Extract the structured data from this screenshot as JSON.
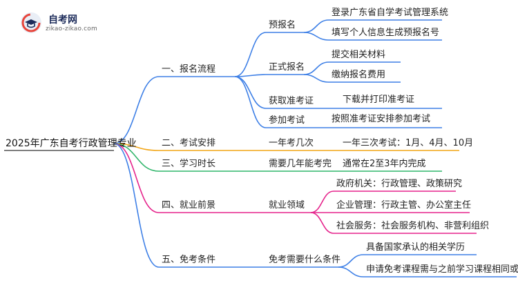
{
  "brand": {
    "name": "自考网",
    "url": "zikao-zikao.com",
    "icon": "graduation-cap-logo",
    "colors": {
      "red": "#e8443a",
      "navy": "#1c2b5a"
    }
  },
  "root": "2025年广东自考行政管理专业",
  "colors": {
    "process": "#3d7fe6",
    "schedule": "#f2a516",
    "duration": "#2fb56a",
    "career": "#e5228b",
    "exemption": "#3d7fe6"
  },
  "branches": {
    "process": {
      "label": "一、报名流程",
      "children": [
        {
          "label": "预报名",
          "leaves": [
            "登录广东省自学考试管理系统",
            "填写个人信息生成预报名号"
          ]
        },
        {
          "label": "正式报名",
          "leaves": [
            "提交相关材料",
            "缴纳报名费用"
          ]
        },
        {
          "label": "获取准考证",
          "leaves": [
            "下载并打印准考证"
          ]
        },
        {
          "label": "参加考试",
          "leaves": [
            "按照准考证安排参加考试"
          ]
        }
      ]
    },
    "schedule": {
      "label": "二、考试安排",
      "child": "一年考几次",
      "leaf": "一年三次考试：1月、4月、10月"
    },
    "duration": {
      "label": "三、学习时长",
      "child": "需要几年能考完",
      "leaf": "通常在2至3年内完成"
    },
    "career": {
      "label": "四、就业前景",
      "child": "就业领域",
      "leaves": [
        "政府机关：行政管理、政策研究",
        "企业管理：行政主管、办公室主任",
        "社会服务：社会服务机构、非营利组织"
      ]
    },
    "exemption": {
      "label": "五、免考条件",
      "child": "免考需要什么条件",
      "leaves": [
        "具备国家承认的相关学历",
        "申请免考课程需与之前学习课程相同或相近"
      ]
    }
  }
}
